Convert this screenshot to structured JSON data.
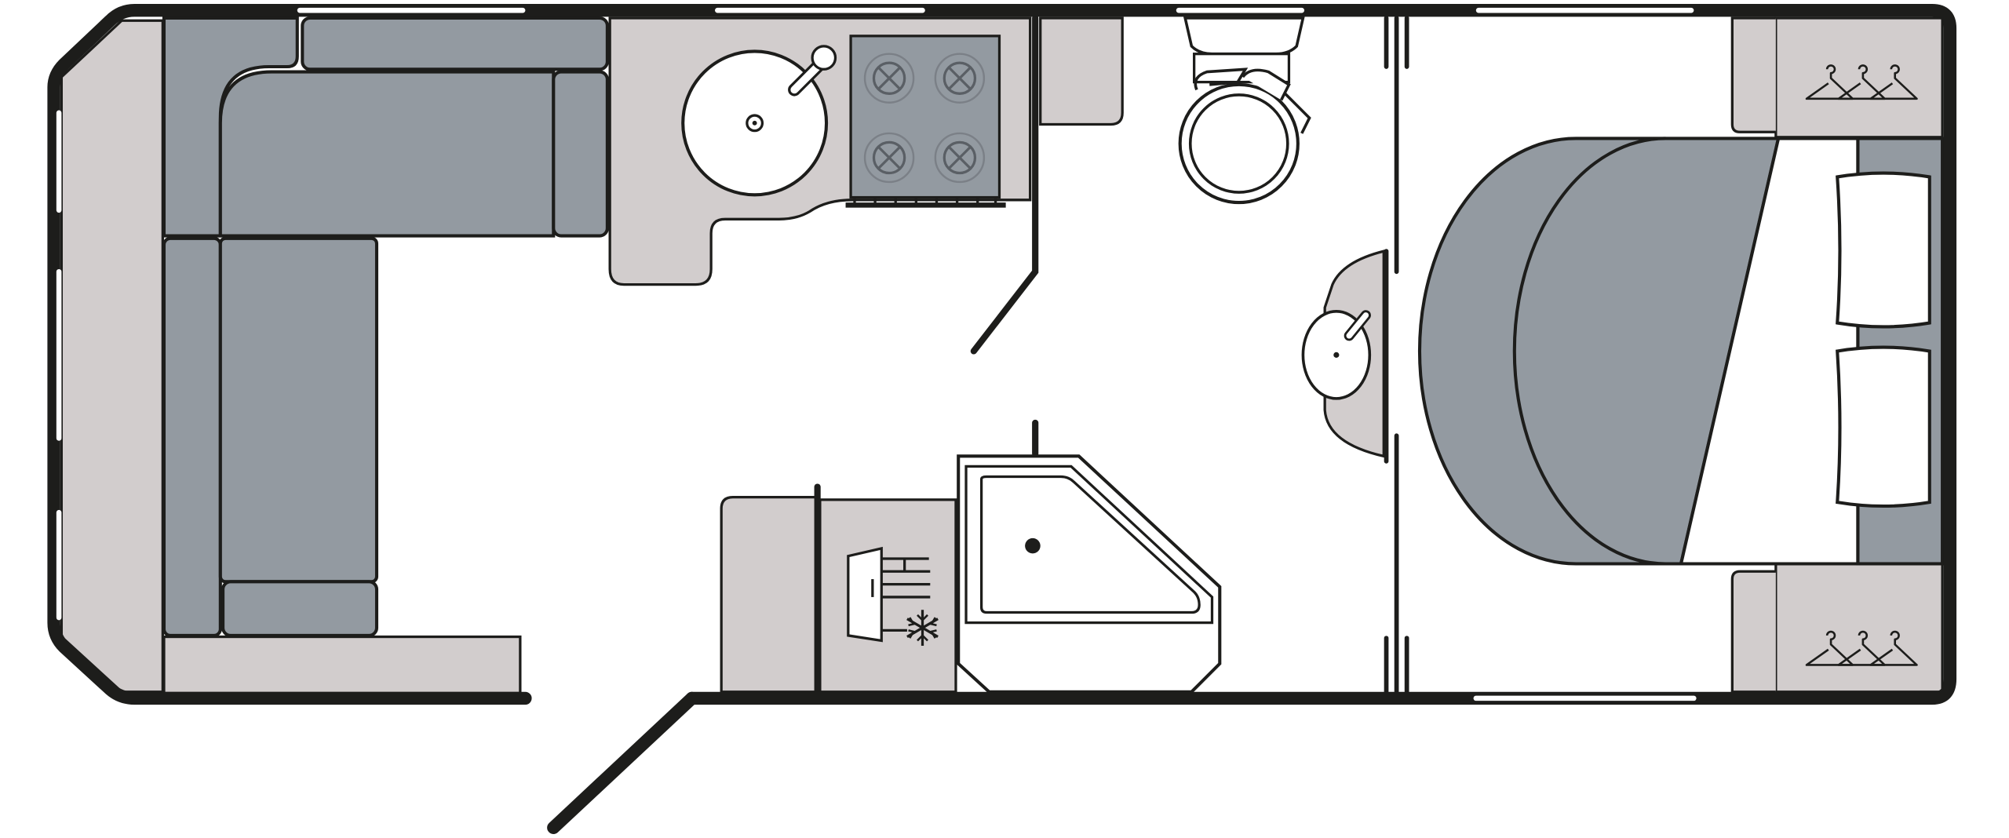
{
  "floorplan": {
    "areas": [
      "front-lounge",
      "kitchen",
      "washroom",
      "shower",
      "fridge",
      "rear-bedroom",
      "wardrobe",
      "entrance"
    ],
    "colors": {
      "wall": "#1d1d1b",
      "upholstery": "#939aa1",
      "cabinet": "#d2cdcd",
      "floor": "#ffffff",
      "window": "#ffffff",
      "line": "#1d1d1b"
    },
    "icons": [
      "sink-icon",
      "hob-icon",
      "toilet-icon",
      "washbasin-icon",
      "shower-drain-icon",
      "fridge-icon",
      "snowflake-icon",
      "coat-hanger-icon"
    ]
  }
}
